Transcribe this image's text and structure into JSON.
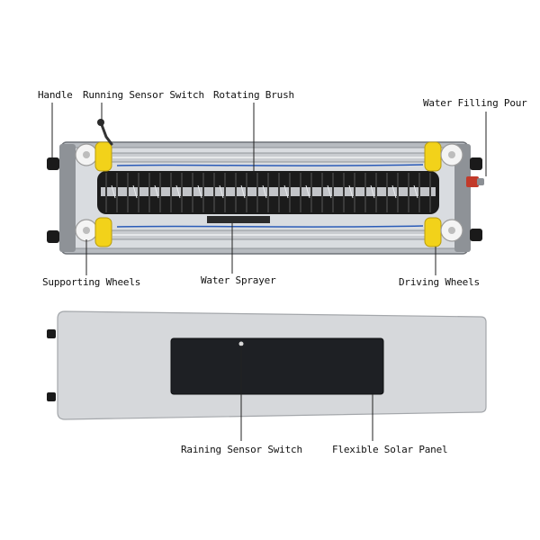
{
  "labels": {
    "handle": "Handle",
    "running_sensor_switch": "Running Sensor Switch",
    "rotating_brush": "Rotating Brush",
    "water_filling_pour": "Water Filling Pour",
    "supporting_wheels": "Supporting Wheels",
    "water_sprayer": "Water Sprayer",
    "driving_wheels": "Driving Wheels",
    "raining_sensor_switch": "Raining Sensor Switch",
    "flexible_solar_panel": "Flexible Solar Panel"
  },
  "colors": {
    "frame": "#9a9ea3",
    "rail": "#c9ccd0",
    "brush": "#1b1b1b",
    "bristle_light": "#dfe2e6",
    "wheel_yellow": "#f2d21a",
    "wheel_white": "#f4f4f4",
    "panel_gray": "#d6d8db",
    "solar_black": "#1e2024",
    "leader_line": "#222222"
  },
  "icons": [
    "handle-icon",
    "wheel-icon",
    "solar-panel-icon",
    "sensor-icon"
  ]
}
